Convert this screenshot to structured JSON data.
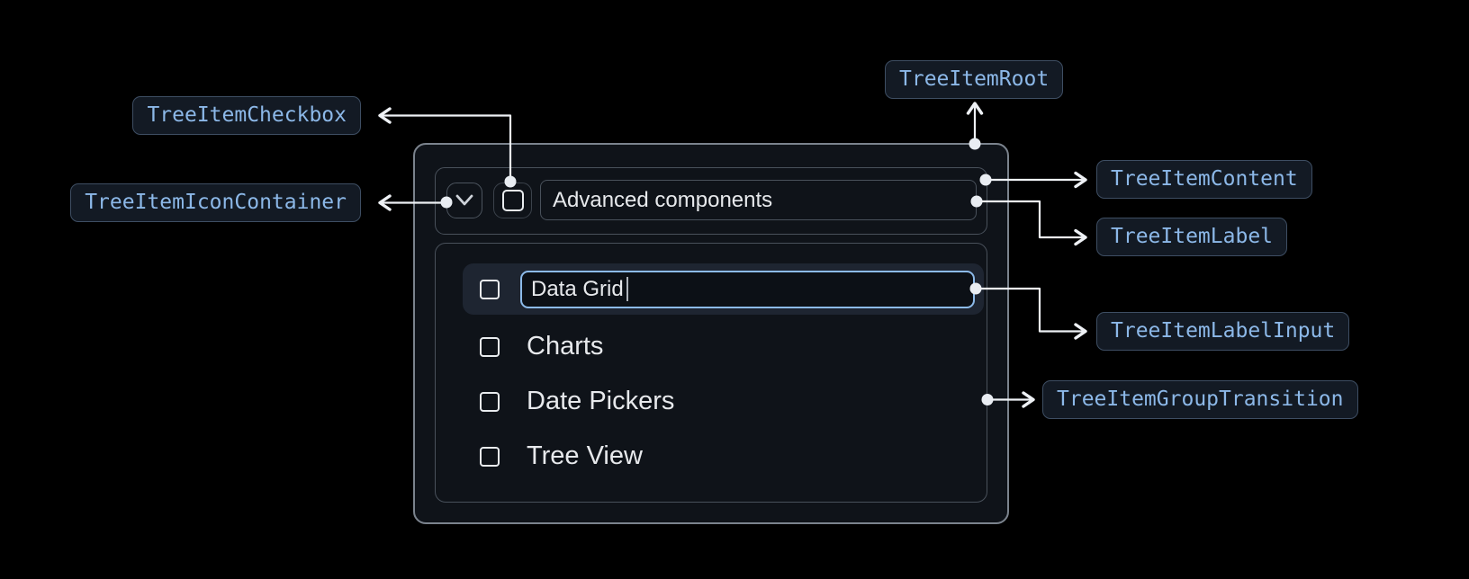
{
  "annotations": {
    "tree_item_root": "TreeItemRoot",
    "tree_item_checkbox": "TreeItemCheckbox",
    "tree_item_icon_container": "TreeItemIconContainer",
    "tree_item_content": "TreeItemContent",
    "tree_item_label": "TreeItemLabel",
    "tree_item_label_input": "TreeItemLabelInput",
    "tree_item_group_transition": "TreeItemGroupTransition"
  },
  "tree_view": {
    "parent_item": {
      "label": "Advanced components",
      "expanded": true,
      "checked": false
    },
    "editing_item": {
      "input_value": "Data Grid",
      "checked": false
    },
    "child_items": [
      {
        "label": "Charts",
        "checked": false
      },
      {
        "label": "Date Pickers",
        "checked": false
      },
      {
        "label": "Tree View",
        "checked": false
      }
    ]
  },
  "colors": {
    "page_background": "#000000",
    "surface_background": "#0f1319",
    "row_highlight_background": "#1e2531",
    "outer_border": "#7b838d",
    "inner_border": "#49515b",
    "chip_background": "#131a24",
    "chip_border": "#3e4e63",
    "chip_text": "#8cb8e8",
    "text_primary": "#e7e9ec",
    "input_focus_border": "#8cbae9",
    "connector": "#eef1f5"
  }
}
